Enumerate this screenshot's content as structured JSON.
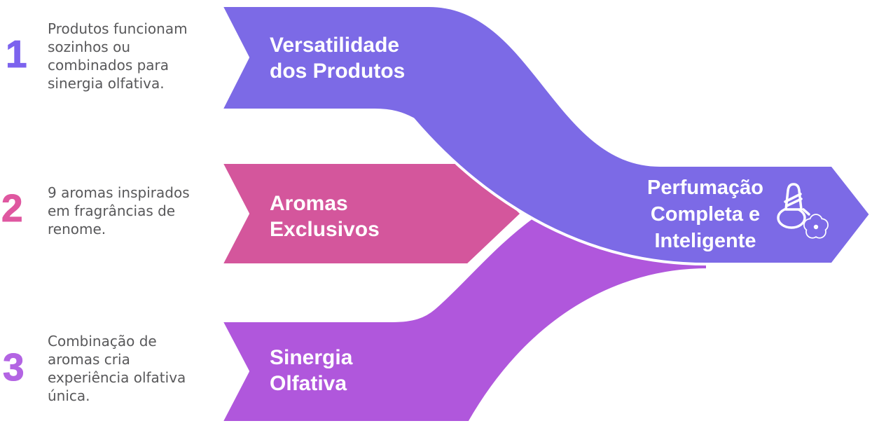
{
  "colors": {
    "purple": "#7C6AE6",
    "pink": "#D4569C",
    "orchid": "#B057DC",
    "num1": "#7C63EE",
    "num2": "#DF57A0",
    "num3": "#B364E3",
    "description_text": "#58585A",
    "label_text": "#FFFFFF",
    "outline": "#FFFFFF",
    "background": "#FFFFFF"
  },
  "steps": [
    {
      "number": "1",
      "description": "Produtos funcionam sozinhos ou combinados para sinergia olfativa.",
      "label": "Versatilidade dos Produtos"
    },
    {
      "number": "2",
      "description": "9 aromas inspirados em fragrâncias de renome.",
      "label": "Aromas Exclusivos"
    },
    {
      "number": "3",
      "description": "Combinação de aromas cria experiência olfativa única.",
      "label": "Sinergia Olfativa"
    }
  ],
  "outcome": {
    "label": "Perfumação Completa e Inteligente",
    "icon": "perfume-bottle-flower-icon"
  }
}
